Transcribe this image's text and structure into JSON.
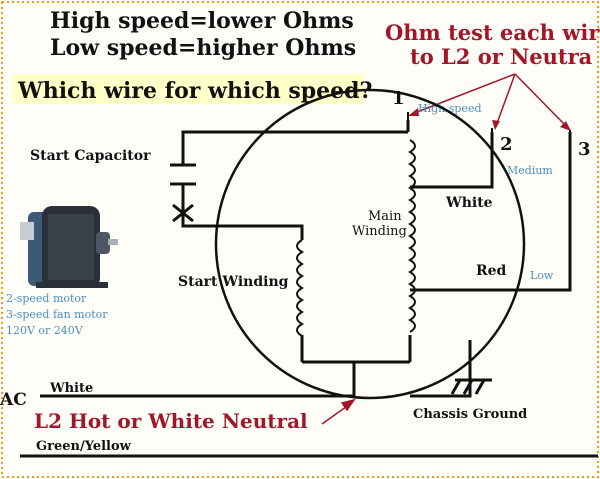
{
  "colors": {
    "heading": "#111111",
    "highlight": "#ffffc8",
    "accent_red": "#a3162a",
    "accent_blue": "#4a8fc0",
    "wire": "#111111",
    "border_dot": "#e8a020"
  },
  "headings": {
    "line1": "High speed=lower Ohms",
    "line2": "Low speed=higher Ohms",
    "question": "Which wire for which speed?"
  },
  "ohm_note": {
    "line1": "Ohm test each wir",
    "line2": "to L2 or Neutra"
  },
  "terminals": {
    "t1": "1",
    "t2": "2",
    "t3": "3",
    "high": "High speed",
    "medium": "Medium",
    "low": "Low"
  },
  "components": {
    "start_capacitor": "Start Capacitor",
    "main_winding_1": "Main",
    "main_winding_2": "Winding",
    "start_winding": "Start Winding",
    "white_tap": "White",
    "red_tap": "Red",
    "chassis_ground": "Chassis Ground"
  },
  "motor_info": {
    "line1": "2-speed motor",
    "line2": "3-speed fan motor",
    "line3": "120V or 240V"
  },
  "supply": {
    "ac": "AC",
    "white": "White",
    "l2_note": "L2 Hot or White Neutral",
    "green_yellow": "Green/Yellow"
  },
  "icons": {
    "motor_photo": "electric-motor-icon",
    "ground": "ground-symbol-icon",
    "capacitor": "capacitor-symbol-icon"
  }
}
